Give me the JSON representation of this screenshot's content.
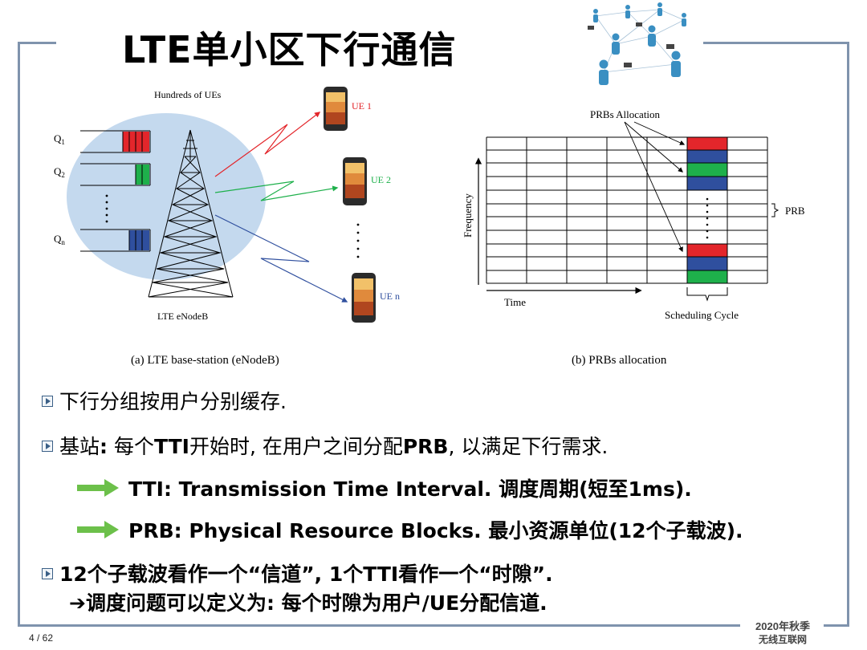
{
  "slide": {
    "title": "LTE单小区下行通信",
    "page_number": "4 / 62",
    "course_term": "2020年秋季",
    "course_name": "无线互联网"
  },
  "figure_a": {
    "label_hundreds": "Hundreds of UEs",
    "queue_1": "Q",
    "queue_1_sub": "1",
    "queue_2": "Q",
    "queue_2_sub": "2",
    "queue_n": "Q",
    "queue_n_sub": "n",
    "tower_label": "LTE eNodeB",
    "ue1_label": "UE 1",
    "ue2_label": "UE 2",
    "uen_label": "UE n",
    "caption": "(a)  LTE base-station (eNodeB)",
    "colors": {
      "red": "#e3262b",
      "green": "#1eb04b",
      "blue": "#2f4f9e",
      "cloud": "#c4d9ee"
    }
  },
  "figure_b": {
    "title": "PRBs Allocation",
    "prb_label": "PRB",
    "y_axis_label": "Frequency",
    "x_axis_label": "Time",
    "cycle_label": "Scheduling Cycle",
    "caption": "(b)  PRBs allocation"
  },
  "bullets": {
    "b1": "下行分组按用户分别缓存.",
    "b2_prefix": "基站",
    "b2_colon": ":",
    "b2_text1": " 每个",
    "b2_tti": "TTI",
    "b2_text2": "开始时, 在用户之间分配",
    "b2_prb": "PRB",
    "b2_text3": ", 以满足下行需求.",
    "s1_en": "TTI: Transmission Time Interval.",
    "s1_cn": " 调度周期(短至1ms).",
    "s2_en": "PRB: Physical Resource Blocks.",
    "s2_cn": " 最小资源单位(12个子载波).",
    "b3": "12个子载波看作一个“信道”, 1个TTI看作一个“时隙”.",
    "b4": "➔调度问题可以定义为: 每个时隙为用户/UE分配信道."
  }
}
